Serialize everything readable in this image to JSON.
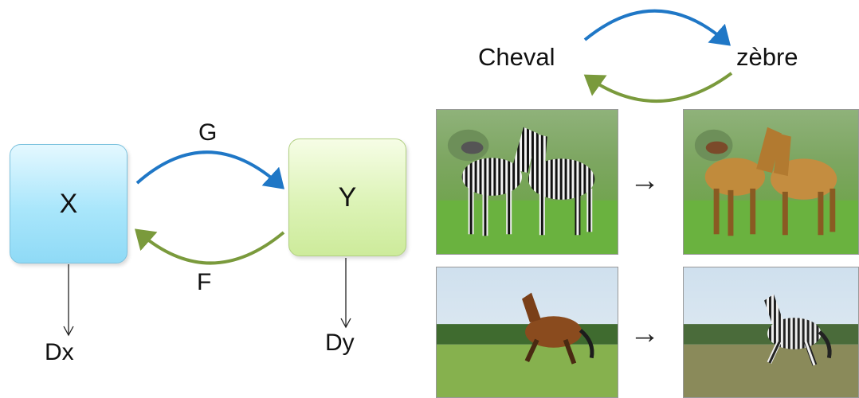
{
  "left_diagram": {
    "domain_x": "X",
    "domain_y": "Y",
    "mapping_g": "G",
    "mapping_f": "F",
    "discriminator_x": "Dx",
    "discriminator_y": "Dy",
    "colors": {
      "g_arrow": "#1f77c6",
      "f_arrow": "#7a9a3c"
    }
  },
  "right_diagram": {
    "source_label": "Cheval",
    "target_label": "zèbre",
    "examples": [
      {
        "input": "zebras-in-grassland",
        "output": "horses-in-grassland"
      },
      {
        "input": "running-horse",
        "output": "running-zebra"
      }
    ]
  }
}
